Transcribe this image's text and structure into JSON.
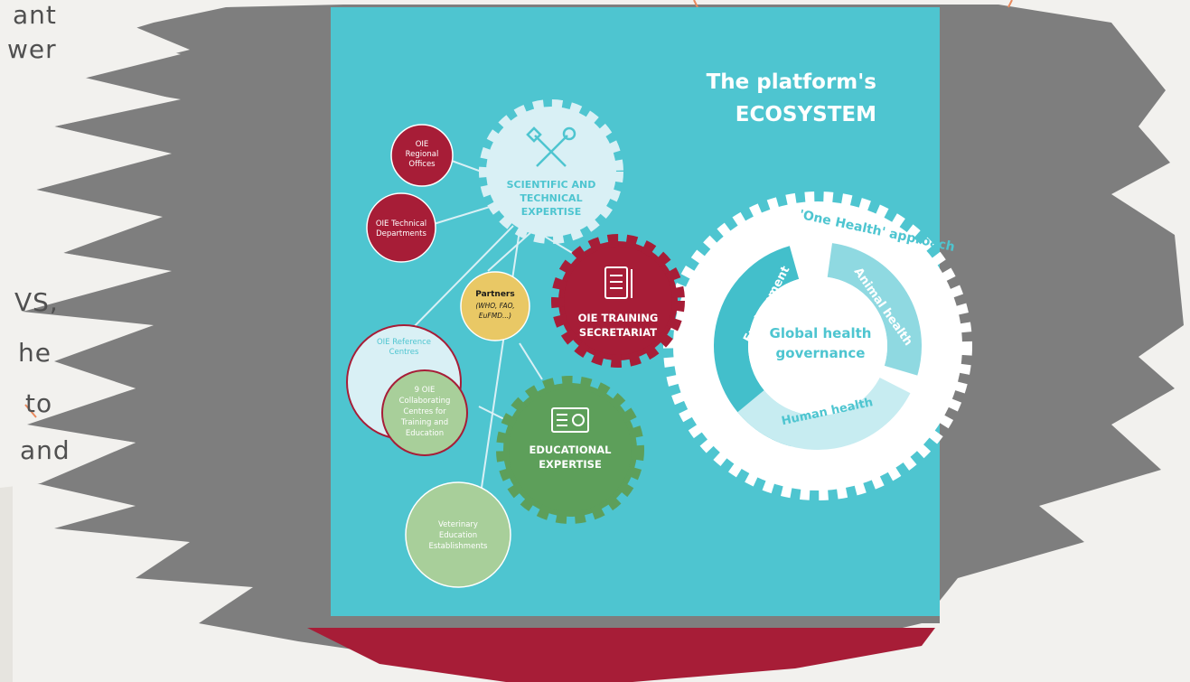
{
  "side_text": {
    "line1": "ant",
    "line2": "wer",
    "line3": "VS,",
    "line4": "he",
    "line5": "to",
    "line6": "and"
  },
  "diagram": {
    "title_line1": "The platform's",
    "title_line2": "ECOSYSTEM",
    "scientific_gear": [
      "SCIENTIFIC AND",
      "TECHNICAL",
      "EXPERTISE"
    ],
    "training_gear": [
      "OIE TRAINING",
      "SECRETARIAT"
    ],
    "educational_gear": [
      "EDUCATIONAL",
      "EXPERTISE"
    ],
    "regional_offices": [
      "OIE",
      "Regional",
      "Offices"
    ],
    "technical_departments": [
      "OIE Technical",
      "Departments"
    ],
    "partners_title": "Partners",
    "partners_sub": [
      "(WHO, FAO,",
      "EuFMD...)"
    ],
    "reference_centres": [
      "OIE Reference",
      "Centres"
    ],
    "collaborating_centres": [
      "9 OIE",
      "Collaborating",
      "Centres for",
      "Training and",
      "Education"
    ],
    "vet_establishments": [
      "Veterinary",
      "Education",
      "Establishments"
    ],
    "one_health": "'One Health' approach",
    "environment": "Environment",
    "animal_health": "Animal health",
    "human_health": "Human health",
    "center_line1": "Global health",
    "center_line2": "governance"
  },
  "colors": {
    "teal": "#4ec5d0",
    "crimson": "#a71d37",
    "green": "#5d9f5a",
    "light_green": "#a8cf9a",
    "yellow": "#e9c865",
    "light_blue": "#d9f0f5",
    "paint_gray": "#7e7e7e",
    "accent_orange": "#e98a5e"
  }
}
